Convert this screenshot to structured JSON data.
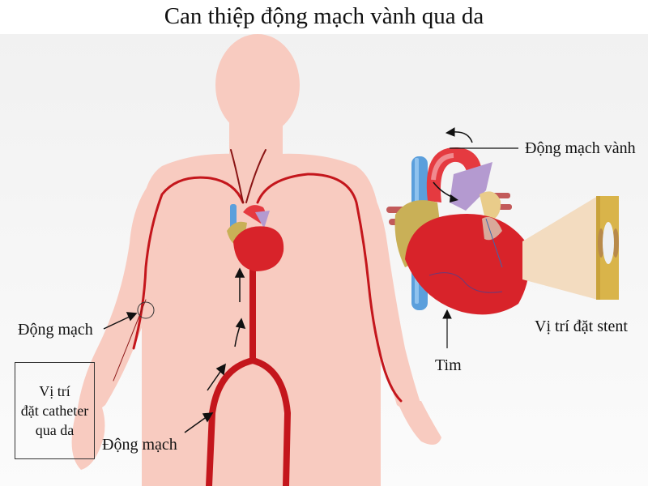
{
  "title": "Can thiệp động mạch vành qua da",
  "labels": {
    "arm_artery": "Động mạch",
    "femoral_artery": "Động mạch",
    "coronary_artery": "Động mạch vành",
    "heart": "Tim",
    "stent_site": "Vị trí đặt stent"
  },
  "catheter_box": {
    "line1": "Vị trí",
    "line2": "đặt catheter",
    "line3": "qua da"
  },
  "colors": {
    "skin": "#f7c9bd",
    "artery": "#c4161c",
    "heart": "#d8232a",
    "vein": "#5b9fdc",
    "fat": "#c9b057",
    "stent": "#d9b44a",
    "stent_beam": "#f3dcc0"
  }
}
